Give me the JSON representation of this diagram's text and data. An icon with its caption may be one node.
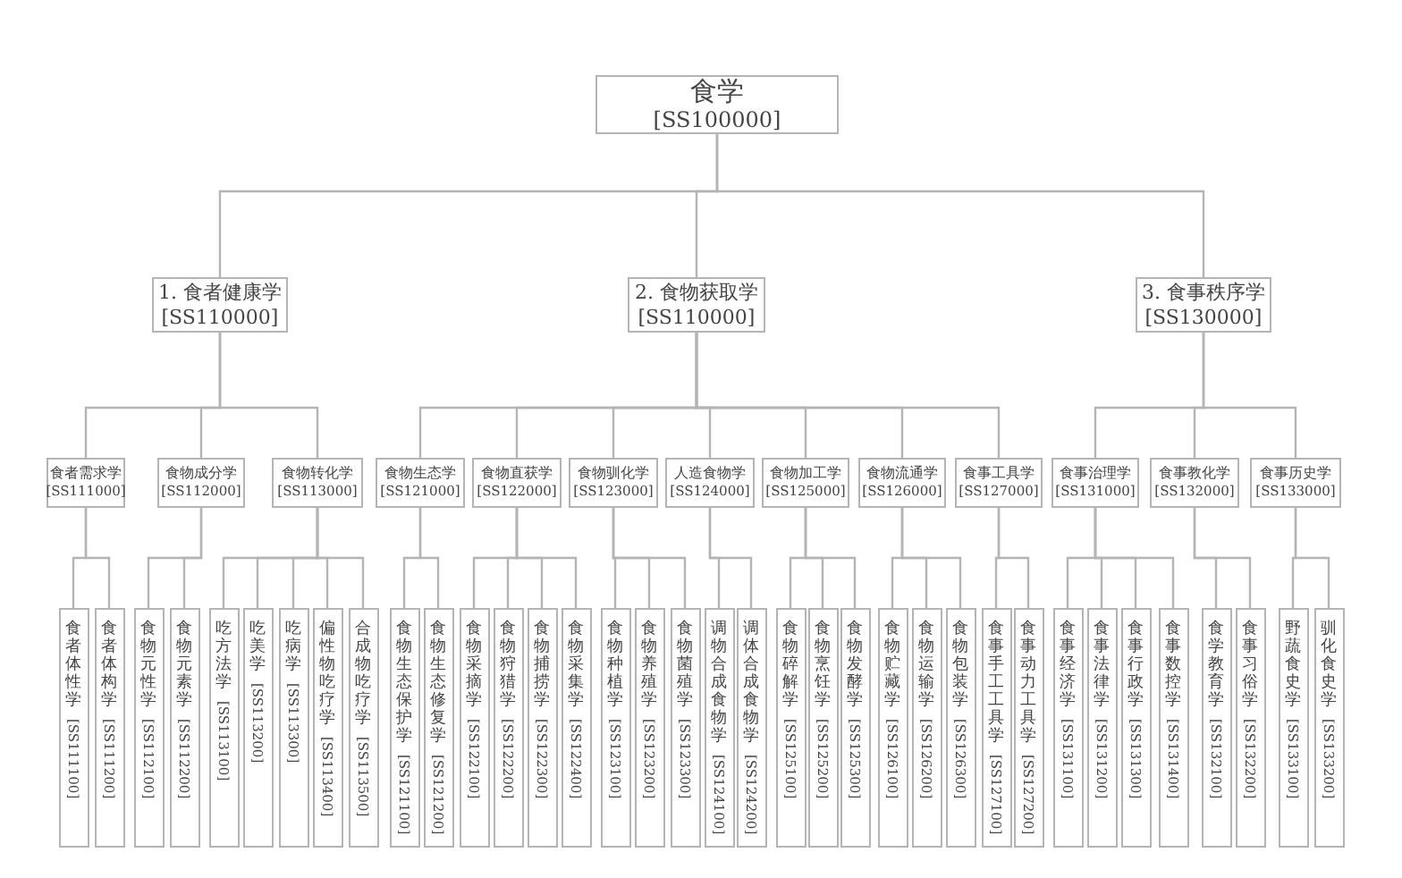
{
  "diagram": {
    "nodes": [
      {
        "text": [
          "食学",
          "[SS100000]"
        ]
      },
      {
        "text": [
          "1. 食者健康学",
          "[SS110000]"
        ]
      },
      {
        "text": [
          "2. 食物获取学",
          "[SS110000]"
        ]
      },
      {
        "text": [
          "3. 食事秩序学",
          "[SS130000]"
        ]
      },
      {
        "text": [
          "食者需求学",
          "[SS111000]"
        ]
      },
      {
        "text": [
          "食物成分学",
          "[SS112000]"
        ]
      },
      {
        "text": [
          "食物转化学",
          "[SS113000]"
        ]
      },
      {
        "text": [
          "食物生态学",
          "[SS121000]"
        ]
      },
      {
        "text": [
          "食物直获学",
          "[SS122000]"
        ]
      },
      {
        "text": [
          "食物驯化学",
          "[SS123000]"
        ]
      },
      {
        "text": [
          "人造食物学",
          "[SS124000]"
        ]
      },
      {
        "text": [
          "食物加工学",
          "[SS125000]"
        ]
      },
      {
        "text": [
          "食物流通学",
          "[SS126000]"
        ]
      },
      {
        "text": [
          "食事工具学",
          "[SS127000]"
        ]
      },
      {
        "text": [
          "食事治理学",
          "[SS131000]"
        ]
      },
      {
        "text": [
          "食事教化学",
          "[SS132000]"
        ]
      },
      {
        "text": [
          "食事历史学",
          "[SS133000]"
        ]
      },
      {
        "text": [
          "食者体性学",
          "[SS111100]"
        ]
      },
      {
        "text": [
          "食者体构学",
          "[SS111200]"
        ]
      },
      {
        "text": [
          "食物元性学",
          "[SS112100]"
        ]
      },
      {
        "text": [
          "食物元素学",
          "[SS112200]"
        ]
      },
      {
        "text": [
          "吃方法学",
          "[SS113100]"
        ]
      },
      {
        "text": [
          "吃美学",
          "[SS113200]"
        ]
      },
      {
        "text": [
          "吃病学",
          "[SS113300]"
        ]
      },
      {
        "text": [
          "偏性物吃疗学",
          "[SS113400]"
        ]
      },
      {
        "text": [
          "合成物吃疗学",
          "[SS113500]"
        ]
      },
      {
        "text": [
          "食物生态保护学",
          "[SS121100]"
        ]
      },
      {
        "text": [
          "食物生态修复学",
          "[SS121200]"
        ]
      },
      {
        "text": [
          "食物采摘学",
          "[SS122100]"
        ]
      },
      {
        "text": [
          "食物狩猎学",
          "[SS122200]"
        ]
      },
      {
        "text": [
          "食物捕捞学",
          "[SS122300]"
        ]
      },
      {
        "text": [
          "食物采集学",
          "[SS122400]"
        ]
      },
      {
        "text": [
          "食物种植学",
          "[SS123100]"
        ]
      },
      {
        "text": [
          "食物养殖学",
          "[SS123200]"
        ]
      },
      {
        "text": [
          "食物菌殖学",
          "[SS123300]"
        ]
      },
      {
        "text": [
          "调物合成食物学",
          "[SS124100]"
        ]
      },
      {
        "text": [
          "调体合成食物学",
          "[SS124200]"
        ]
      },
      {
        "text": [
          "食物碎解学",
          "[SS125100]"
        ]
      },
      {
        "text": [
          "食物烹饪学",
          "[SS125200]"
        ]
      },
      {
        "text": [
          "食物发酵学",
          "[SS125300]"
        ]
      },
      {
        "text": [
          "食物贮藏学",
          "[SS126100]"
        ]
      },
      {
        "text": [
          "食物运输学",
          "[SS126200]"
        ]
      },
      {
        "text": [
          "食物包装学",
          "[SS126300]"
        ]
      },
      {
        "text": [
          "食事手工工具学",
          "[SS127100]"
        ]
      },
      {
        "text": [
          "食事动力工具学",
          "[SS127200]"
        ]
      },
      {
        "text": [
          "食事经济学",
          "[SS131100]"
        ]
      },
      {
        "text": [
          "食事法律学",
          "[SS131200]"
        ]
      },
      {
        "text": [
          "食事行政学",
          "[SS131300]"
        ]
      },
      {
        "text": [
          "食事数控学",
          "[SS131400]"
        ]
      },
      {
        "text": [
          "食学教育学",
          "[SS132100]"
        ]
      },
      {
        "text": [
          "食事习俗学",
          "[SS132200]"
        ]
      },
      {
        "text": [
          "野蔬食史学",
          "[SS133100]"
        ]
      },
      {
        "text": [
          "驯化食史学",
          "[SS133200]"
        ]
      }
    ],
    "edges": [
      {
        "from": 0,
        "to": 1,
        "arrow": "none"
      },
      {
        "from": 0,
        "to": 2,
        "arrow": "none"
      },
      {
        "from": 0,
        "to": 3,
        "arrow": "none"
      },
      {
        "from": 1,
        "to": 4,
        "arrow": "none"
      },
      {
        "from": 1,
        "to": 5,
        "arrow": "none"
      },
      {
        "from": 1,
        "to": 6,
        "arrow": "none"
      },
      {
        "from": 2,
        "to": 7,
        "arrow": "none"
      },
      {
        "from": 2,
        "to": 8,
        "arrow": "none"
      },
      {
        "from": 2,
        "to": 9,
        "arrow": "none"
      },
      {
        "from": 2,
        "to": 10,
        "arrow": "none"
      },
      {
        "from": 2,
        "to": 11,
        "arrow": "none"
      },
      {
        "from": 2,
        "to": 12,
        "arrow": "none"
      },
      {
        "from": 2,
        "to": 13,
        "arrow": "none"
      },
      {
        "from": 3,
        "to": 14,
        "arrow": "none"
      },
      {
        "from": 3,
        "to": 15,
        "arrow": "none"
      },
      {
        "from": 3,
        "to": 16,
        "arrow": "none"
      },
      {
        "from": 4,
        "to": 17,
        "arrow": "none"
      },
      {
        "from": 4,
        "to": 18,
        "arrow": "none"
      },
      {
        "from": 5,
        "to": 19,
        "arrow": "none"
      },
      {
        "from": 5,
        "to": 20,
        "arrow": "none"
      },
      {
        "from": 6,
        "to": 21,
        "arrow": "none"
      },
      {
        "from": 6,
        "to": 22,
        "arrow": "none"
      },
      {
        "from": 6,
        "to": 23,
        "arrow": "none"
      },
      {
        "from": 6,
        "to": 24,
        "arrow": "none"
      },
      {
        "from": 6,
        "to": 25,
        "arrow": "none"
      },
      {
        "from": 7,
        "to": 26,
        "arrow": "none"
      },
      {
        "from": 7,
        "to": 27,
        "arrow": "none"
      },
      {
        "from": 8,
        "to": 28,
        "arrow": "none"
      },
      {
        "from": 8,
        "to": 29,
        "arrow": "none"
      },
      {
        "from": 8,
        "to": 30,
        "arrow": "none"
      },
      {
        "from": 8,
        "to": 31,
        "arrow": "none"
      },
      {
        "from": 9,
        "to": 32,
        "arrow": "none"
      },
      {
        "from": 9,
        "to": 33,
        "arrow": "none"
      },
      {
        "from": 9,
        "to": 34,
        "arrow": "none"
      },
      {
        "from": 10,
        "to": 35,
        "arrow": "none"
      },
      {
        "from": 10,
        "to": 36,
        "arrow": "none"
      },
      {
        "from": 11,
        "to": 37,
        "arrow": "none"
      },
      {
        "from": 11,
        "to": 38,
        "arrow": "none"
      },
      {
        "from": 11,
        "to": 39,
        "arrow": "none"
      },
      {
        "from": 12,
        "to": 40,
        "arrow": "none"
      },
      {
        "from": 12,
        "to": 41,
        "arrow": "none"
      },
      {
        "from": 12,
        "to": 42,
        "arrow": "none"
      },
      {
        "from": 13,
        "to": 43,
        "arrow": "none"
      },
      {
        "from": 13,
        "to": 44,
        "arrow": "none"
      },
      {
        "from": 14,
        "to": 45,
        "arrow": "none"
      },
      {
        "from": 14,
        "to": 46,
        "arrow": "none"
      },
      {
        "from": 14,
        "to": 47,
        "arrow": "none"
      },
      {
        "from": 14,
        "to": 48,
        "arrow": "none"
      },
      {
        "from": 15,
        "to": 49,
        "arrow": "none"
      },
      {
        "from": 15,
        "to": 50,
        "arrow": "none"
      },
      {
        "from": 16,
        "to": 51,
        "arrow": "none"
      },
      {
        "from": 16,
        "to": 52,
        "arrow": "none"
      }
    ]
  }
}
